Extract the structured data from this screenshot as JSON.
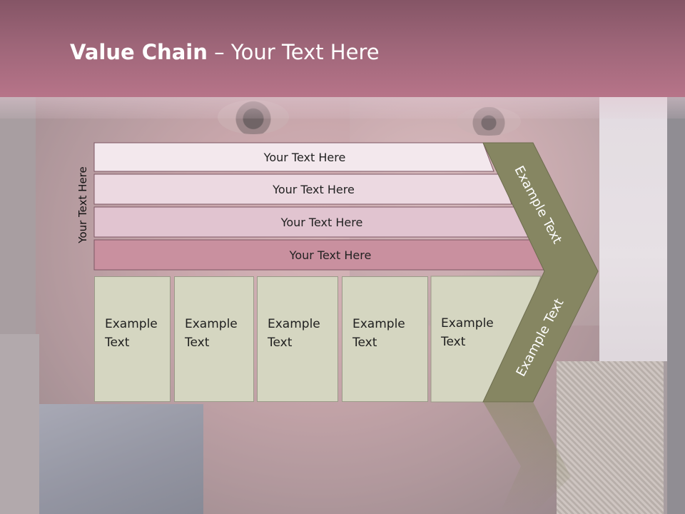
{
  "slide": {
    "title_bold": "Value Chain",
    "title_rest": " – Your Text Here"
  },
  "side_label": "Your Text Here",
  "bars": [
    {
      "label": "Your Text Here"
    },
    {
      "label": "Your Text Here"
    },
    {
      "label": "Your Text Here"
    },
    {
      "label": "Your Text Here"
    }
  ],
  "boxes": [
    {
      "text": "Example\nText"
    },
    {
      "text": "Example\nText"
    },
    {
      "text": "Example\nText"
    },
    {
      "text": "Example\nText"
    },
    {
      "text": "Example\nText"
    }
  ],
  "arrow": {
    "top_label": "Example Text",
    "bottom_label": "Example Text"
  },
  "colors": {
    "header": "#a86a7e",
    "bar_1": "#f3e8ed",
    "bar_2": "#ecd9e1",
    "bar_3": "#e1c4d0",
    "bar_4": "#c9909f",
    "box": "#d5d6c1",
    "arrow": "#868662"
  }
}
